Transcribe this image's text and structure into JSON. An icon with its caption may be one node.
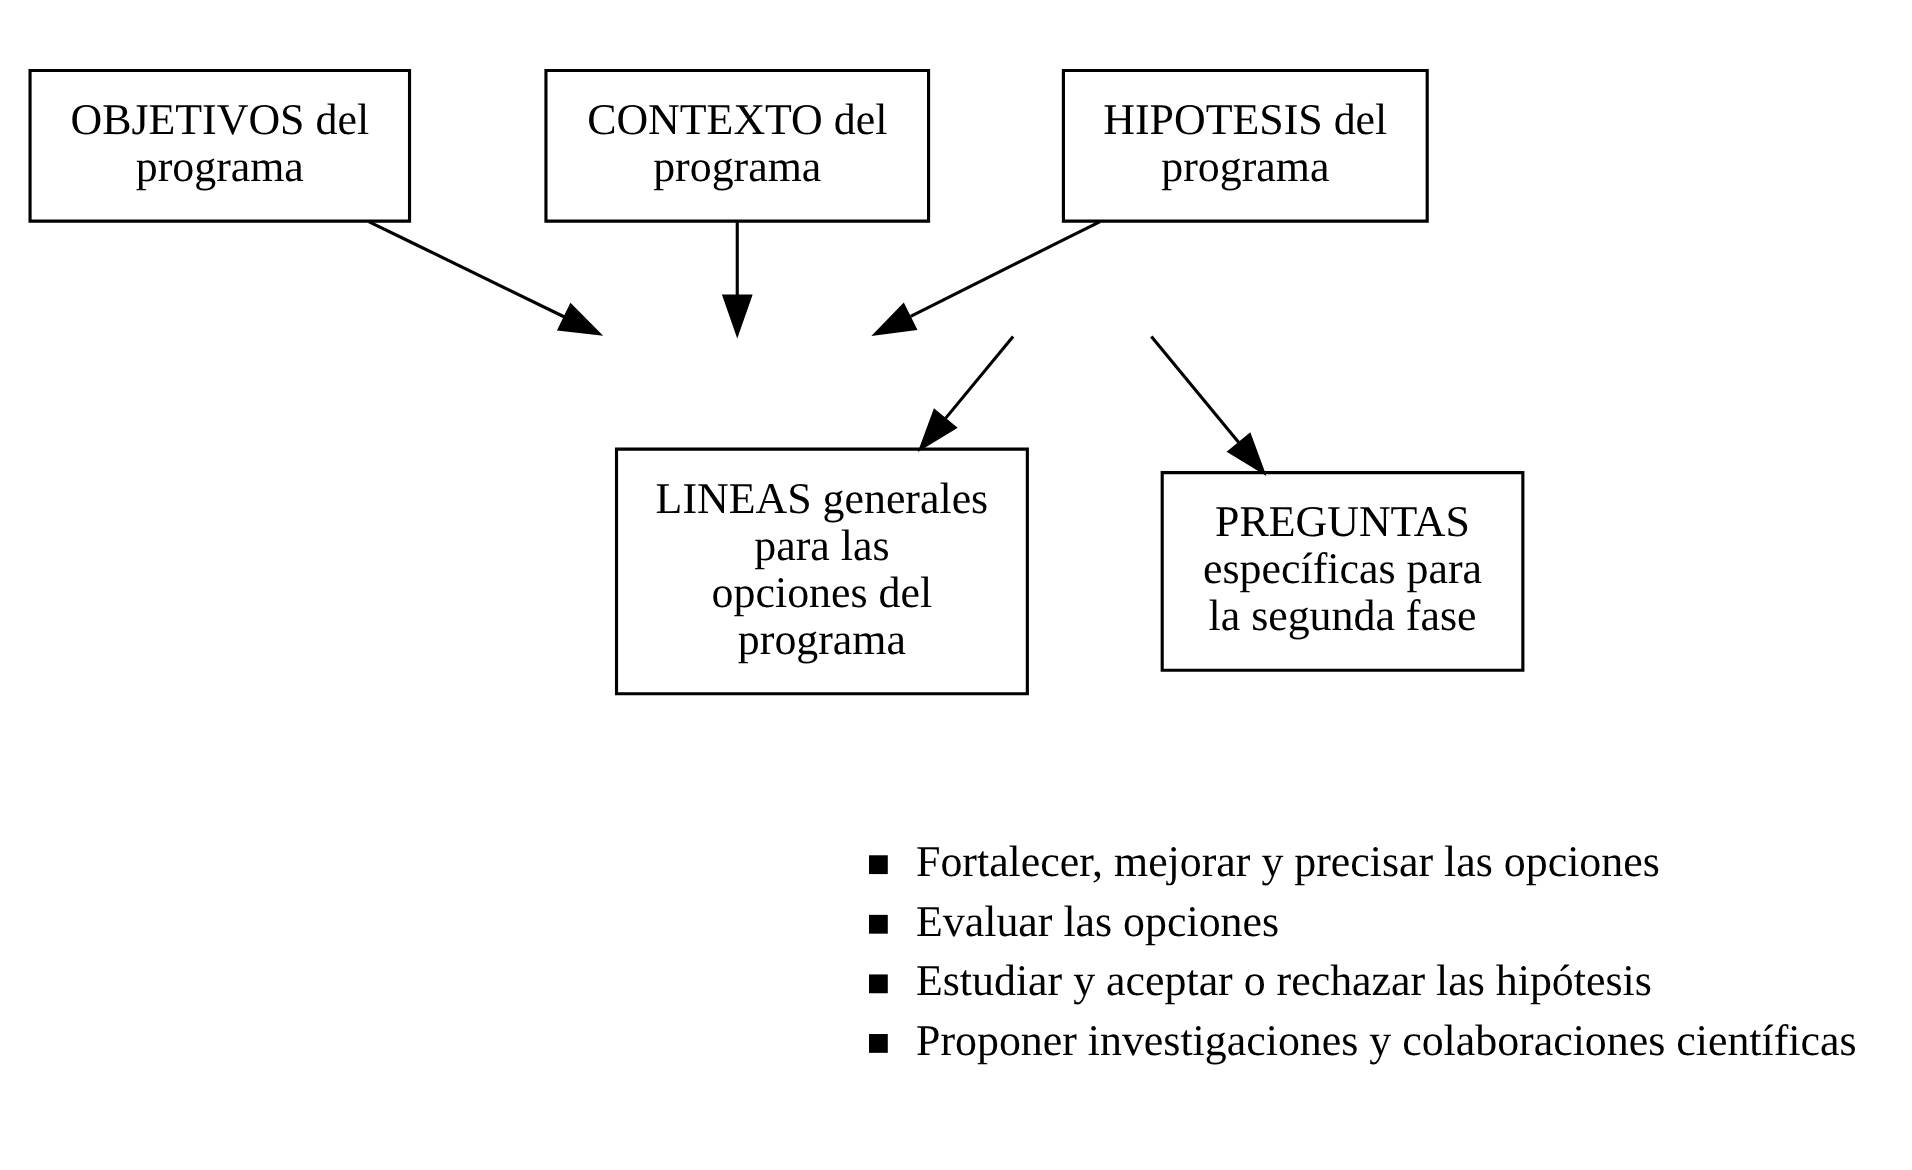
{
  "diagram": {
    "nodes": [
      {
        "text": [
          "OBJETIVOS del programa"
        ]
      },
      {
        "text": [
          "CONTEXTO del programa"
        ]
      },
      {
        "text": [
          "HIPOTESIS del programa"
        ]
      },
      {
        "text": [
          "LINEAS generales para las opciones del programa"
        ]
      },
      {
        "text": [
          "PREGUNTAS específicas para la segunda fase"
        ]
      }
    ],
    "edges": [
      {
        "from": 0,
        "to": null,
        "arrow": "to"
      },
      {
        "from": 1,
        "to": null,
        "arrow": "to"
      },
      {
        "from": 2,
        "to": null,
        "arrow": "to"
      },
      {
        "from": null,
        "to": 3,
        "arrow": "to"
      },
      {
        "from": null,
        "to": 4,
        "arrow": "to"
      }
    ],
    "labels": [
      "Fortalecer, mejorar y precisar las opciones",
      "Evaluar las opciones",
      "Estudiar y aceptar o rechazar las hipótesis",
      "Proponer investigaciones y colaboraciones científicas"
    ]
  }
}
